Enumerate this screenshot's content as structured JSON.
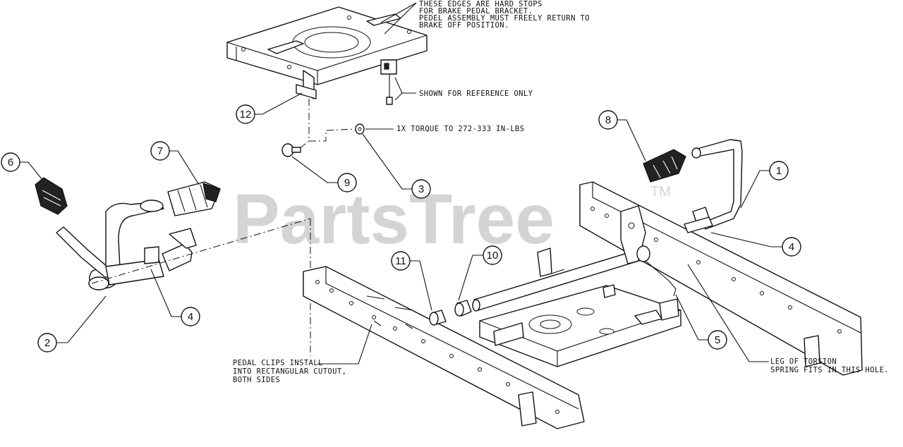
{
  "diagram": {
    "watermark": "PartsTree",
    "trademark": "TM",
    "notes": {
      "hard_stops": [
        "THESE EDGES ARE HARD STOPS",
        "FOR BRAKE PEDAL BRACKET.",
        "PEDEL ASSEMBLY MUST FREELY RETURN TO",
        "BRAKE OFF POSITION."
      ],
      "reference": "SHOWN FOR REFERENCE ONLY",
      "torque": "1X TORQUE TO 272-333 IN-LBS",
      "pedal_clips": [
        "PEDAL CLIPS INSTALL",
        "INTO RECTANGULAR CUTOUT,",
        "BOTH SIDES"
      ],
      "torsion": [
        "LEG OF TORSION",
        "SPRING FITS IN THIS HOLE."
      ]
    },
    "callouts": {
      "c1": "1",
      "c2": "2",
      "c3": "3",
      "c4a": "4",
      "c4b": "4",
      "c5": "5",
      "c6": "6",
      "c7": "7",
      "c8": "8",
      "c9": "9",
      "c10": "10",
      "c11": "11",
      "c12": "12"
    }
  }
}
